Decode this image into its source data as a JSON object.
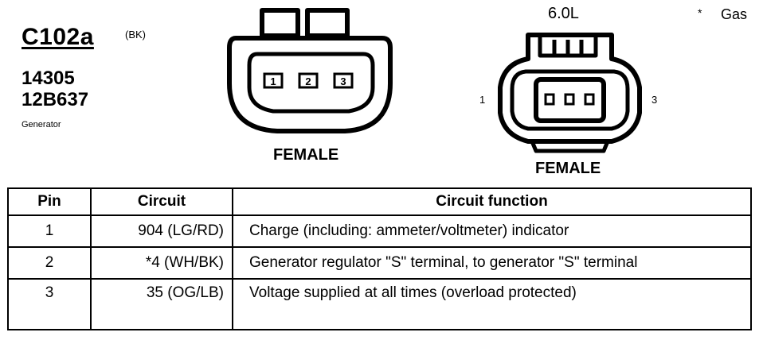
{
  "header": {
    "connector_id": "C102a",
    "color_code": "(BK)",
    "part_number_1": "14305",
    "part_number_2": "12B637",
    "component": "Generator"
  },
  "note": {
    "mark": "*",
    "label": "Gas"
  },
  "connector_left": {
    "gender": "FEMALE",
    "pin_labels": [
      "1",
      "2",
      "3"
    ]
  },
  "connector_right": {
    "engine": "6.0L",
    "side_pin_left": "1",
    "side_pin_right": "3",
    "gender": "FEMALE"
  },
  "table": {
    "headers": [
      "Pin",
      "Circuit",
      "Circuit function"
    ],
    "rows": [
      {
        "pin": "1",
        "circuit": "904 (LG/RD)",
        "function": "Charge (including: ammeter/voltmeter) indicator"
      },
      {
        "pin": "2",
        "circuit": "*4 (WH/BK)",
        "function": "Generator regulator \"S\" terminal, to generator \"S\" terminal"
      },
      {
        "pin": "3",
        "circuit": "35 (OG/LB)",
        "function": "Voltage supplied at all times (overload protected)"
      }
    ]
  }
}
